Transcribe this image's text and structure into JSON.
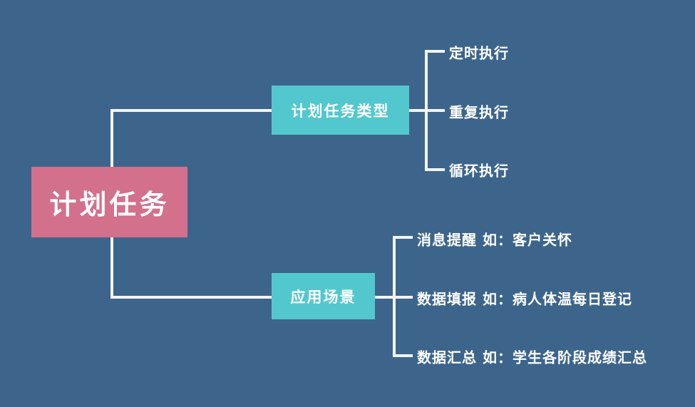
{
  "canvas": {
    "background": "#3d658c",
    "line_color": "#f2f5f8"
  },
  "root": {
    "label": "计划任务",
    "color": "#d3708c"
  },
  "branches": [
    {
      "label": "计划任务类型",
      "color": "#52c8ce",
      "children": [
        {
          "label": "定时执行"
        },
        {
          "label": "重复执行"
        },
        {
          "label": "循环执行"
        }
      ]
    },
    {
      "label": "应用场景",
      "color": "#52c8ce",
      "children": [
        {
          "label": "消息提醒 如：客户关怀"
        },
        {
          "label": "数据填报 如：病人体温每日登记"
        },
        {
          "label": "数据汇总 如：学生各阶段成绩汇总"
        }
      ]
    }
  ]
}
